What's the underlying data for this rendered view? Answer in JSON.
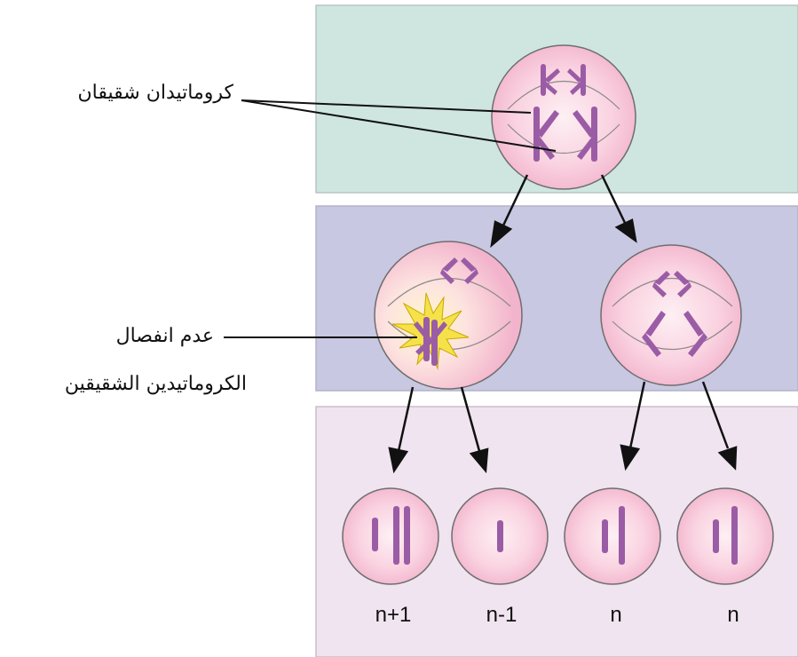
{
  "labels": {
    "sister_chromatids": "كروماتيدان شقيقان",
    "nondisjunction_line1": "عدم انفصال",
    "nondisjunction_line2": "الكروماتيدين الشقيقين"
  },
  "daughter_cells": [
    {
      "ploidy": "n+1"
    },
    {
      "ploidy": "n-1"
    },
    {
      "ploidy": "n"
    },
    {
      "ploidy": "n"
    }
  ],
  "colors": {
    "band_top": "#cfe6e0",
    "band_middle": "#c9c8e2",
    "band_bottom": "#efe4ef",
    "cell_fill": "#f7c9dc",
    "cell_center": "#fdeef1",
    "chromosome": "#9b5ca6",
    "burst": "#f5e24a"
  }
}
